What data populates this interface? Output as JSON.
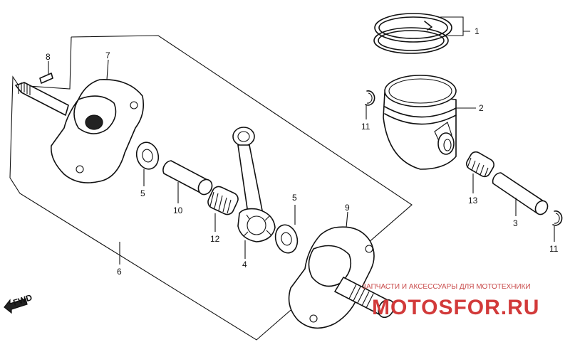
{
  "labels": {
    "l1": "1",
    "l2": "2",
    "l3": "3",
    "l4": "4",
    "l5a": "5",
    "l5b": "5",
    "l6": "6",
    "l7": "7",
    "l8": "8",
    "l9": "9",
    "l10": "10",
    "l11a": "11",
    "l11b": "11",
    "l12": "12",
    "l13": "13"
  },
  "fwd": "FWD",
  "watermark": {
    "tagline": "ЗАПЧАСТИ И АКСЕССУАРЫ ДЛЯ МОТОТЕХНИКИ",
    "brand": "MOTOSFOR.RU"
  }
}
